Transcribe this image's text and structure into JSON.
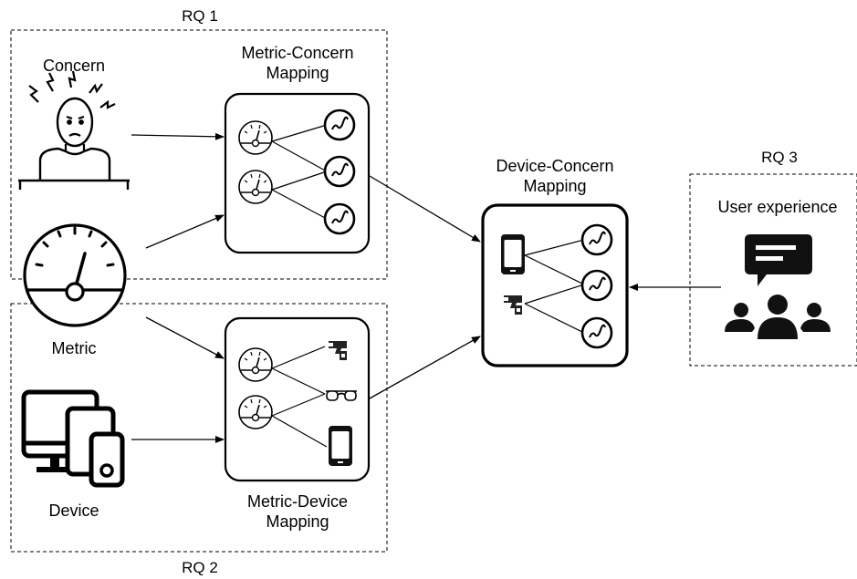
{
  "rq1": {
    "label": "RQ 1"
  },
  "rq2": {
    "label": "RQ 2"
  },
  "rq3": {
    "label": "RQ 3"
  },
  "concern": {
    "label": "Concern"
  },
  "metric": {
    "label": "Metric"
  },
  "device": {
    "label": "Device"
  },
  "user_experience": {
    "label": "User experience"
  },
  "metric_concern_mapping": {
    "line1": "Metric-Concern",
    "line2": "Mapping"
  },
  "metric_device_mapping": {
    "line1": "Metric-Device",
    "line2": "Mapping"
  },
  "device_concern_mapping": {
    "line1": "Device-Concern",
    "line2": "Mapping"
  }
}
